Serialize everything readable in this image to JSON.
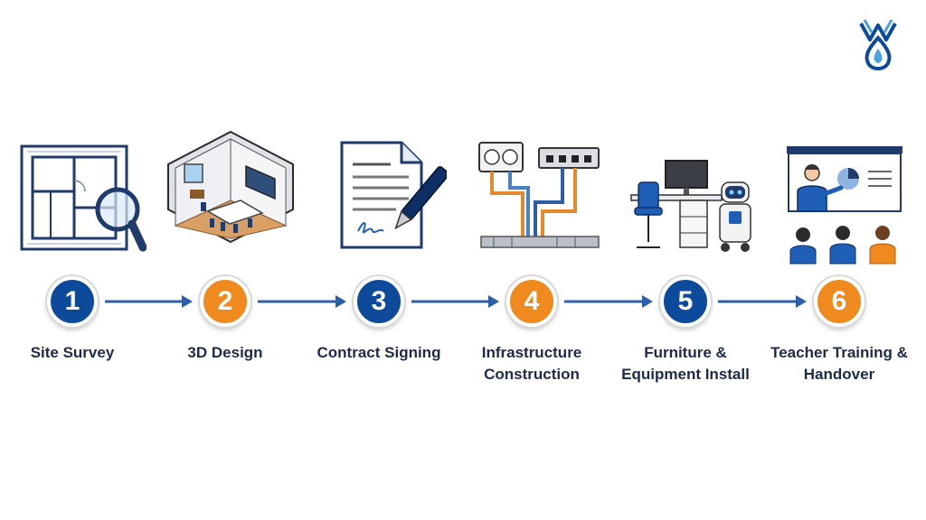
{
  "steps": [
    {
      "number": "1",
      "lines": [
        "Site Survey"
      ],
      "color": "#0d4a9c",
      "icon": "floorplan-magnifier-icon"
    },
    {
      "number": "2",
      "lines": [
        "3D Design"
      ],
      "color": "#f08a1e",
      "icon": "3d-room-icon"
    },
    {
      "number": "3",
      "lines": [
        "Contract Signing"
      ],
      "color": "#0d4a9c",
      "icon": "contract-pen-icon"
    },
    {
      "number": "4",
      "lines": [
        "Infrastructure",
        "Construction"
      ],
      "color": "#f08a1e",
      "icon": "cabling-network-icon"
    },
    {
      "number": "5",
      "lines": [
        "Furniture &",
        "Equipment Install"
      ],
      "color": "#0d4a9c",
      "icon": "desk-robot-icon"
    },
    {
      "number": "6",
      "lines": [
        "Teacher Training &",
        "Handover"
      ],
      "color": "#f08a1e",
      "icon": "presentation-classroom-icon"
    }
  ],
  "colors": {
    "primary": "#0d4a9c",
    "accent": "#f08a1e",
    "text": "#1c2b4a",
    "arrow": "#2b5fa8"
  },
  "logo_icon": "brand-logo-icon"
}
